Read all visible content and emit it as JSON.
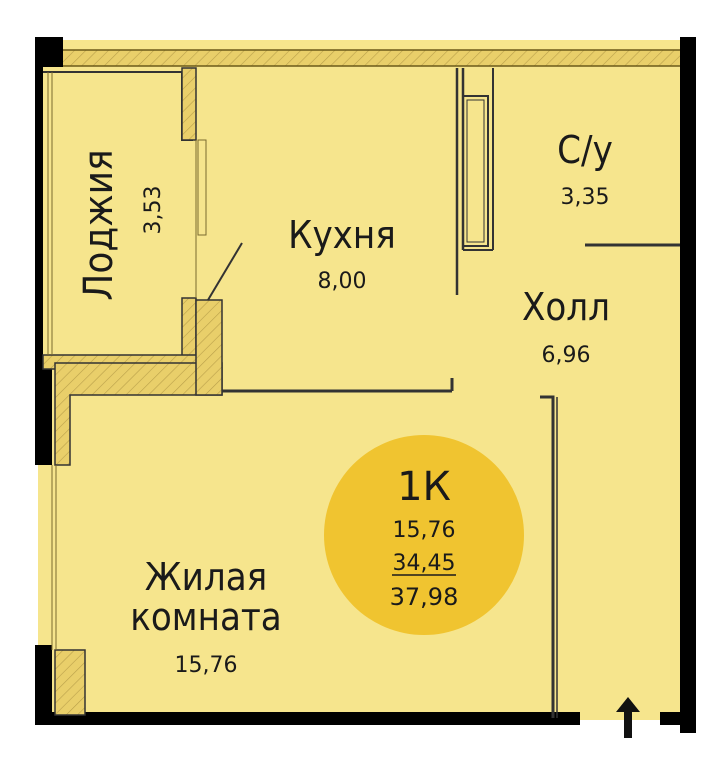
{
  "colors": {
    "floor": "#f6e58d",
    "wall": "#000000",
    "wall_fill": "#e9cf6a",
    "badge": "#f0c430",
    "text": "#1a1a1a"
  },
  "rooms": {
    "loggia": {
      "name": "Лоджия",
      "area": "3,53"
    },
    "kitchen": {
      "name": "Кухня",
      "area": "8,00"
    },
    "bathroom": {
      "name": "С/у",
      "area": "3,35"
    },
    "hall": {
      "name": "Холл",
      "area": "6,96"
    },
    "living": {
      "name_line1": "Жилая",
      "name_line2": "комната",
      "area": "15,76"
    }
  },
  "badge": {
    "type": "1К",
    "living_area": "15,76",
    "total_area": "34,45",
    "total_with_loggia": "37,98"
  },
  "icons": {
    "entrance": "entrance-arrow-icon"
  }
}
